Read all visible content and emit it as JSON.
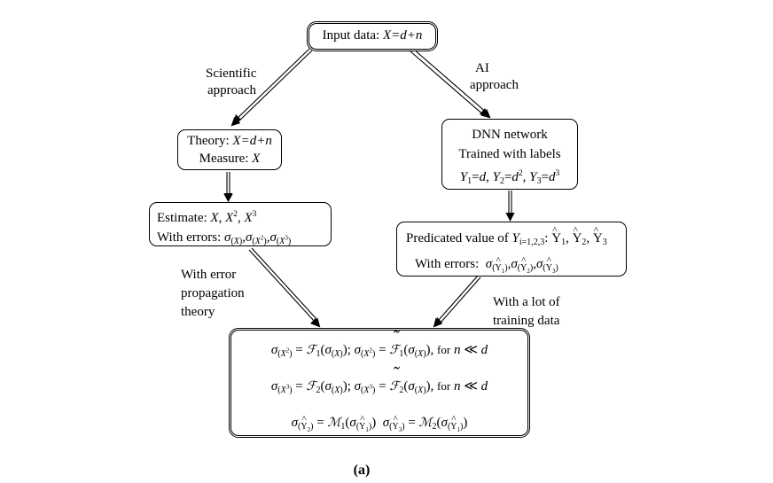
{
  "nodes": {
    "input": {
      "label": "Input data:",
      "expr": "X=d+n"
    },
    "theory": {
      "line1_label": "Theory:",
      "line1_expr": "X=d+n",
      "line2_label": "Measure:",
      "line2_expr": "X"
    },
    "dnn": {
      "line1": "DNN network",
      "line2": "Trained with labels",
      "line3": "Y1=d, Y2=d², Y3=d³"
    },
    "estimate": {
      "line1_label": "Estimate:",
      "line1_expr": "X, X², X³",
      "line2_label": "With errors:",
      "line2_expr": "σ(X), σ(X²), σ(X³)"
    },
    "predicated": {
      "line1_label": "Predicated value of",
      "line1_expr": "Yi=1,2,3: Ŷ1, Ŷ2, Ŷ3",
      "line2_label": "With errors:",
      "line2_expr": "σ(Ŷ1), σ(Ŷ2), σ(Ŷ3)"
    },
    "result": {
      "row1": "σ(X²) = ℱ1(σ(X)); σ(X²) = ℱ̃1(σ(X)), for n ≪ d",
      "row2": "σ(X³) = ℱ2(σ(X)); σ(X³) = ℱ̃2(σ(X)), for n ≪ d",
      "row3": "σ(Ŷ2) = ℳ1(σ(Ŷ1))  σ(Ŷ3) = ℳ2(σ(Ŷ1))",
      "for_text": "for",
      "n_text": "n",
      "d_text": "d"
    }
  },
  "edge_labels": {
    "scientific": [
      "Scientific",
      "approach"
    ],
    "ai": [
      "AI",
      "approach"
    ],
    "error_prop": [
      "With error",
      "propagation",
      "theory"
    ],
    "training": [
      "With a lot of",
      "training data"
    ]
  },
  "caption": "(a)"
}
